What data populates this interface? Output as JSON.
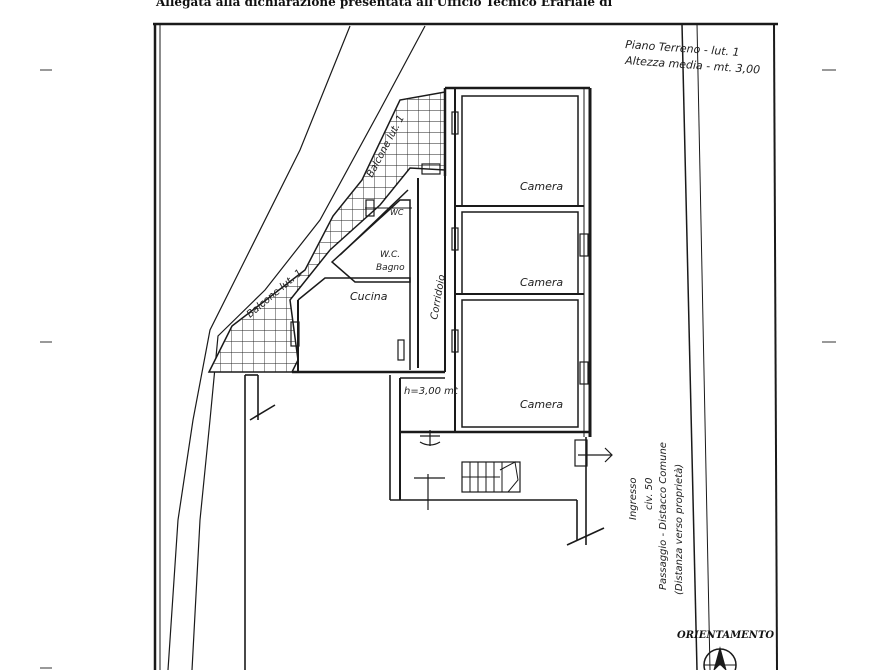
{
  "header": {
    "text": "Allegata alla dichiarazione presentata all'Ufficio Tecnico Erariale di"
  },
  "title_block": {
    "floor": "Piano Terreno - lut. 1",
    "height": "Altezza media - mt. 3,00"
  },
  "rooms": {
    "camera_top": "Camera",
    "camera_mid": "Camera",
    "camera_bottom": "Camera",
    "cucina": "Cucina",
    "wc": "WC",
    "wc_bagno_1": "W.C.",
    "wc_bagno_2": "Bagno",
    "corridoio": "Corridoio",
    "balcone_top": "Balcone lut. 1",
    "balcone_left": "Balcone lut. 1",
    "height_note": "h=3,00 mt"
  },
  "side_notes": {
    "ingresso": "Ingresso",
    "civico": "civ. 50",
    "passaggio": "Passaggio - Distacco Comune",
    "distanza": "(Distanza verso proprietà)"
  },
  "orientation": {
    "label": "ORIENTAMENTO"
  },
  "colors": {
    "ink": "#1a1a1a",
    "paper": "#ffffff"
  }
}
